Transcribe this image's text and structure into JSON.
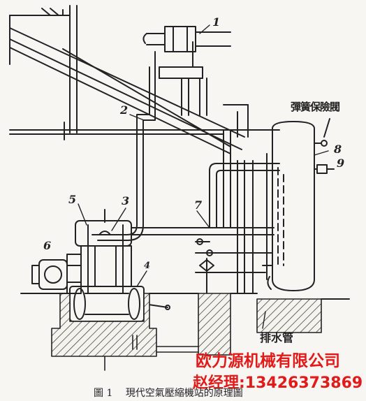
{
  "labels": {
    "n1": "1",
    "n2": "2",
    "n3": "3",
    "n4": "4",
    "n5": "5",
    "n6": "6",
    "n7": "7",
    "n8": "8",
    "n9": "9",
    "safety_valve": "彈簧保險閥",
    "drain_pipe": "排水管"
  },
  "watermark": {
    "company": "欧力源机械有限公司",
    "contact": "赵经理:13426373869"
  },
  "caption": {
    "figure_no": "圖 1",
    "title": "現代空氣壓縮機站的原理圖"
  }
}
